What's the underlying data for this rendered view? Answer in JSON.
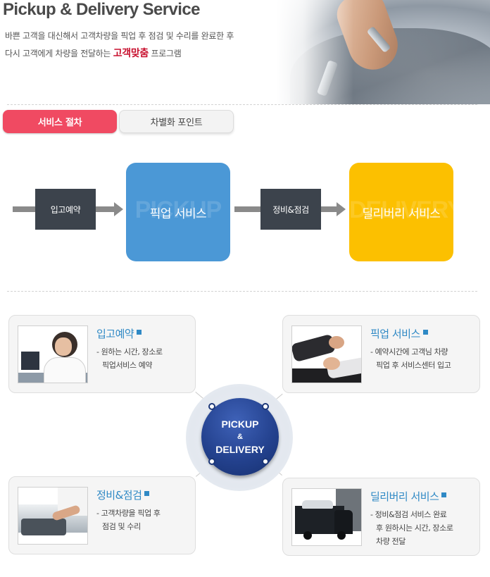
{
  "header": {
    "title": "Pickup & Delivery Service",
    "intro_line1": "바쁜 고객을 대신해서 고객차량을 픽업 후 점검 및 수리를 완료한 후",
    "intro_line2_prefix": "다시 고객에게 차량을 전달하는",
    "intro_line2_highlight": "고객맞춤",
    "intro_line2_suffix": "프로그램"
  },
  "tabs": [
    {
      "label": "서비스 절차",
      "active": true
    },
    {
      "label": "차별화 포인트",
      "active": false
    }
  ],
  "process": {
    "step1": "입고예약",
    "step2": "픽업 서비스",
    "step2_watermark": "PICKUP",
    "step3": "정비&점검",
    "step4": "딜리버리 서비스",
    "step4_watermark": "DELIVERY"
  },
  "center": {
    "line1": "PICKUP",
    "line2": "&",
    "line3": "DELIVERY"
  },
  "cards": [
    {
      "title": "입고예약",
      "desc_lines": [
        "- 원하는 시간, 장소로",
        "픽업서비스 예약"
      ]
    },
    {
      "title": "픽업 서비스",
      "desc_lines": [
        "- 예약시간에 고객님 차량",
        "픽업 후 서비스센터 입고"
      ]
    },
    {
      "title": "정비&점검",
      "desc_lines": [
        "- 고객차량을 픽업 후",
        "점검 및 수리"
      ]
    },
    {
      "title": "딜리버리 서비스",
      "desc_lines": [
        "- 정비&점검 서비스 완료",
        "후 원하시는 시간, 장소로",
        "차량 전달"
      ]
    }
  ],
  "colors": {
    "tab_active": "#f04a62",
    "pickup_box": "#4b98d6",
    "delivery_box": "#fcc000",
    "card_title": "#2f89c5",
    "center_circle": "#24428f",
    "highlight": "#c8102e"
  }
}
